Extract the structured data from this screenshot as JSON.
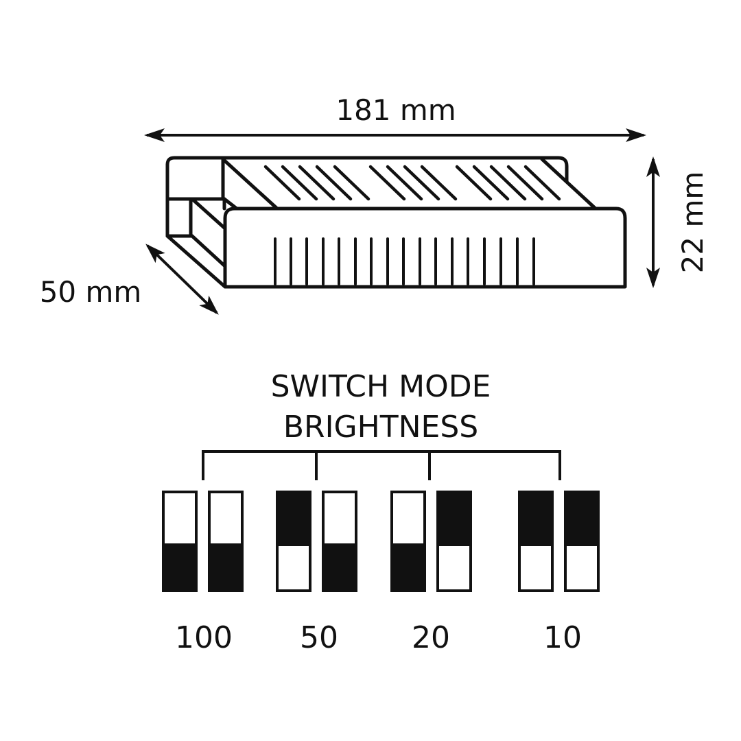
{
  "dimensions": {
    "width_label": "181 mm",
    "height_label": "22 mm",
    "depth_label": "50 mm"
  },
  "switch_section": {
    "title_line1": "SWITCH MODE",
    "title_line2": "BRIGHTNESS"
  },
  "switch_groups": [
    {
      "label": "100",
      "switches": [
        "down",
        "down"
      ]
    },
    {
      "label": "50",
      "switches": [
        "up",
        "down"
      ]
    },
    {
      "label": "20",
      "switches": [
        "down",
        "up"
      ]
    },
    {
      "label": "10",
      "switches": [
        "up",
        "up"
      ]
    }
  ],
  "colors": {
    "ink": "#111111",
    "background": "#ffffff"
  }
}
